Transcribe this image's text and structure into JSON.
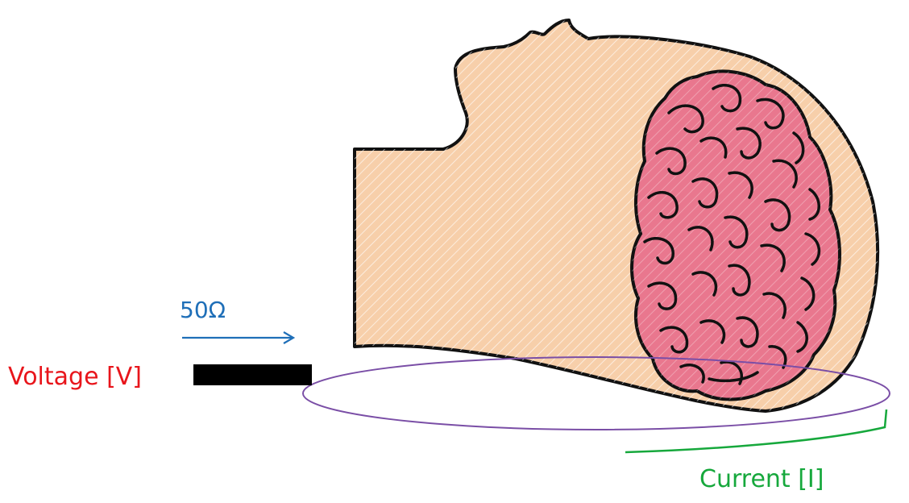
{
  "labels": {
    "impedance": "50Ω",
    "voltage": "Voltage [V]",
    "current": "Current [I]"
  },
  "colors": {
    "skin": "#f7cfaa",
    "hatch": "#ffffff",
    "brain": "#e9778e",
    "outline": "#111111",
    "impedance": "#1f6fb8",
    "voltage": "#e8151b",
    "current": "#16a83c",
    "loop": "#7a4ea6",
    "port": "#000000"
  }
}
